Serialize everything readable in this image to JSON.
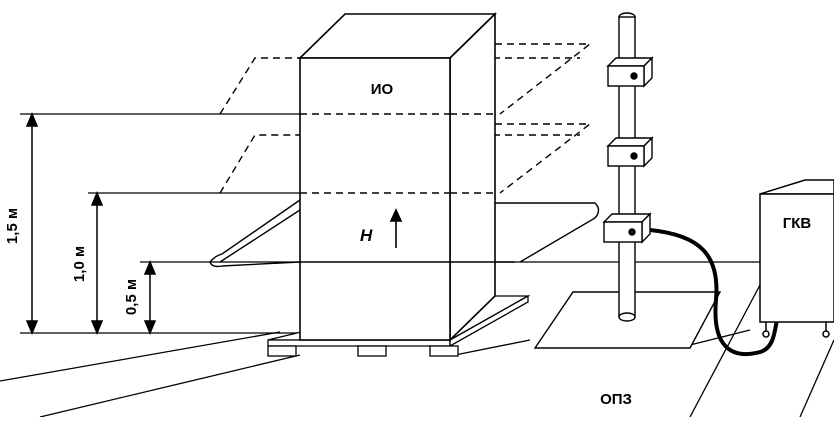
{
  "labels": {
    "test_object": "ИО",
    "generator": "ГКВ",
    "ground_plane": "ОПЗ",
    "field": "Н"
  },
  "dimensions": {
    "h15": "1,5 м",
    "h10": "1,0 м",
    "h05": "0,5 м"
  }
}
